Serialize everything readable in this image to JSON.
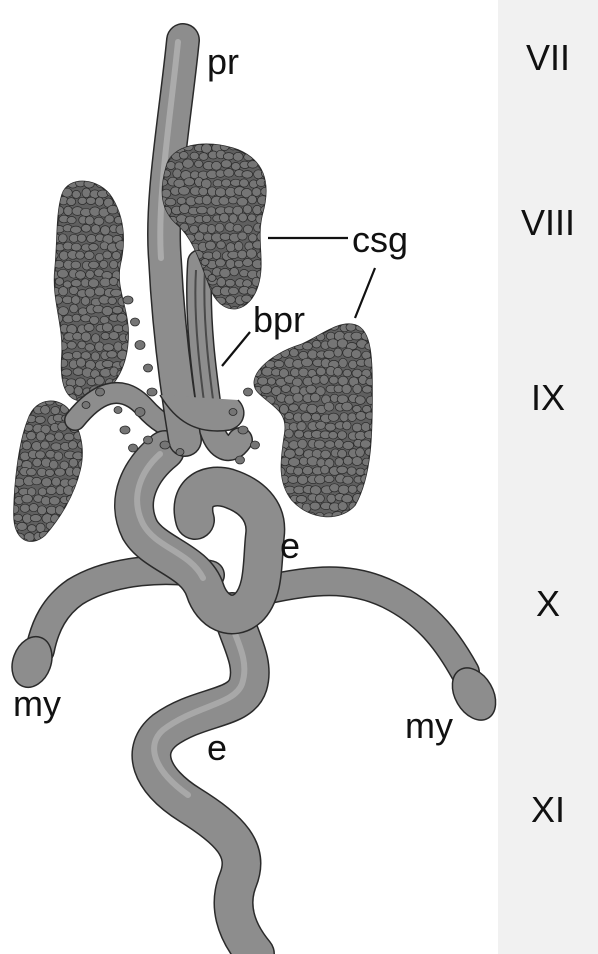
{
  "colors": {
    "background": "#ffffff",
    "segment_column": "#f1f1f1",
    "organ_fill": "#8d8d8d",
    "organ_highlight": "#b3b3b3",
    "organ_stroke": "#2a2a2a",
    "gland_fill": "#5f5f5f",
    "cell_fill": "#757575",
    "leader_line": "#111111"
  },
  "labels": {
    "pr": "pr",
    "csg": "csg",
    "bpr": "bpr",
    "e_upper": "e",
    "e_lower": "e",
    "my_left": "my",
    "my_right": "my"
  },
  "segments": [
    "VII",
    "VIII",
    "IX",
    "X",
    "XI"
  ],
  "structures": {
    "cell_clusters": [
      {
        "name": "gland-cluster-top",
        "icon": "cell-cluster"
      },
      {
        "name": "gland-cluster-left-upper",
        "icon": "cell-cluster"
      },
      {
        "name": "gland-cluster-left-lower",
        "icon": "cell-cluster"
      },
      {
        "name": "gland-cluster-right",
        "icon": "cell-cluster"
      }
    ]
  }
}
